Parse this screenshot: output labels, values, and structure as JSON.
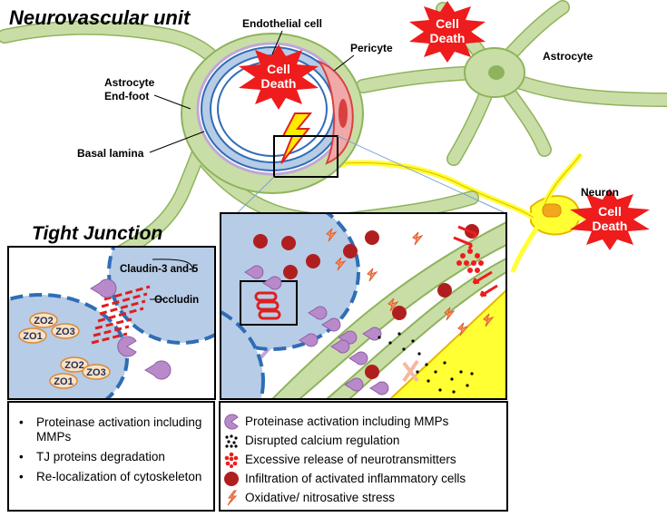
{
  "title": "Neurovascular unit",
  "labels": {
    "endothelial_cell": "Endothelial cell",
    "pericyte": "Pericyte",
    "astrocyte": "Astrocyte",
    "astrocyte_endfoot_1": "Astrocyte",
    "astrocyte_endfoot_2": "End-foot",
    "basal_lamina": "Basal lamina",
    "neuron": "Neuron"
  },
  "cell_death": {
    "line1": "Cell",
    "line2": "Death"
  },
  "tight_junction": {
    "title": "Tight Junction",
    "claudin": "Claudin-3 and-5",
    "occludin": "Occludin",
    "zo_proteins": [
      "ZO2",
      "ZO1",
      "ZO3"
    ]
  },
  "tj_effects": [
    "Proteinase activation including MMPs",
    "TJ proteins degradation",
    "Re-localization of cytoskeleton"
  ],
  "legend": [
    {
      "icon": "pacman-icon",
      "label": "Proteinase activation including MMPs"
    },
    {
      "icon": "calcium-dots-icon",
      "label": "Disrupted calcium regulation"
    },
    {
      "icon": "neurotransmitter-cluster-icon",
      "label": "Excessive release of neurotransmitters"
    },
    {
      "icon": "inflammatory-cell-icon",
      "label": "Infiltration of activated inflammatory cells"
    },
    {
      "icon": "lightning-stress-icon",
      "label": "Oxidative/ nitrosative stress"
    }
  ],
  "colors": {
    "astrocyte_green": "#c9dea6",
    "astrocyte_outline": "#8fb35c",
    "endothelium_blue": "#b7cce6",
    "membrane_blue": "#2f6db5",
    "neuron_yellow": "#ffff33",
    "cell_death_red": "#ee1c1c",
    "inflammatory_red": "#b01f1f",
    "mmp_purple": "#b98ac9"
  }
}
